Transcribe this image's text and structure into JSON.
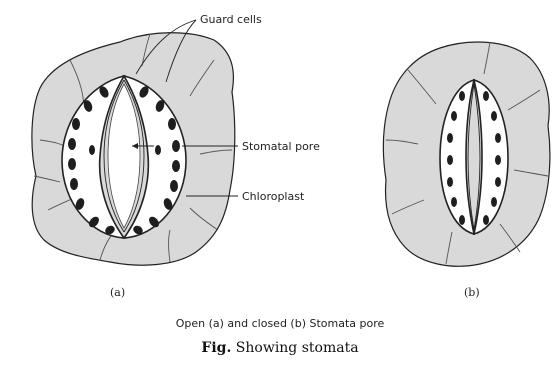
{
  "labels": {
    "guard_cells": "Guard cells",
    "stomatal_pore": "Stomatal pore",
    "chloroplast": "Chloroplast"
  },
  "panels": {
    "a": "(a)",
    "b": "(b)"
  },
  "caption": "Open (a) and closed (b) Stomata pore",
  "figure_title": {
    "prefix": "Fig.",
    "text": "Showing stomata"
  },
  "colors": {
    "epidermis_fill": "#d9d9d9",
    "outline": "#222222",
    "chloroplast": "#1e1e1e",
    "guard_cell_fill": "#ffffff"
  }
}
